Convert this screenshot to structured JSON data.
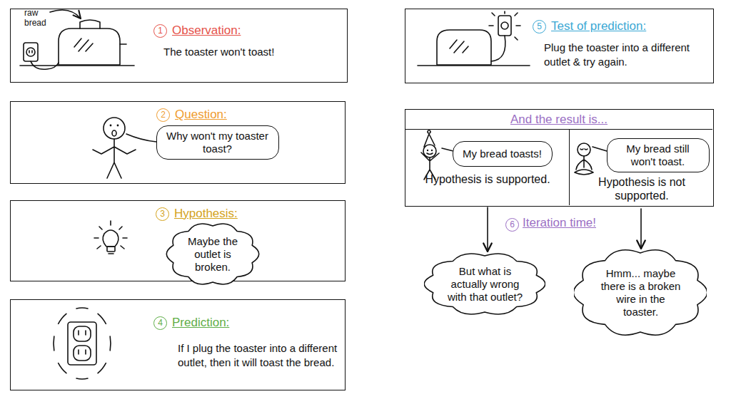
{
  "diagram": {
    "nodes": [
      {
        "text": [
          "1",
          "Observation:",
          "The toaster won't toast!"
        ]
      },
      {
        "text": [
          "2",
          "Question:"
        ]
      },
      {
        "text": [
          "Why won't my toaster toast?"
        ],
        "in": 1
      },
      {
        "text": [
          "3",
          "Hypothesis:"
        ]
      },
      {
        "text": [
          "Maybe the outlet is broken."
        ],
        "in": 3
      },
      {
        "text": [
          "4",
          "Prediction:",
          "If I plug the toaster into a different outlet, then it will toast the bread."
        ]
      },
      {
        "text": [
          "5",
          "Test of prediction:",
          "Plug the toaster into a different outlet & try again."
        ]
      },
      {
        "text": [
          "And the result is..."
        ]
      },
      {
        "text": [
          "Hypothesis is supported."
        ],
        "in": 7
      },
      {
        "text": [
          "My bread toasts!"
        ],
        "in": 8
      },
      {
        "text": [
          "Hypothesis is not supported."
        ],
        "in": 7
      },
      {
        "text": [
          "My bread still won't toast."
        ],
        "in": 10
      },
      {
        "text": [
          "But what is actually wrong with that outlet?"
        ]
      },
      {
        "text": [
          "Hmm... maybe there is a broken wire in the toaster."
        ]
      }
    ],
    "edges": [
      {
        "from": 8,
        "to": 12,
        "arrow": "to"
      },
      {
        "from": 10,
        "to": 13,
        "arrow": "to"
      }
    ],
    "labels": [
      "raw bread",
      "6",
      "Iteration time!"
    ]
  }
}
